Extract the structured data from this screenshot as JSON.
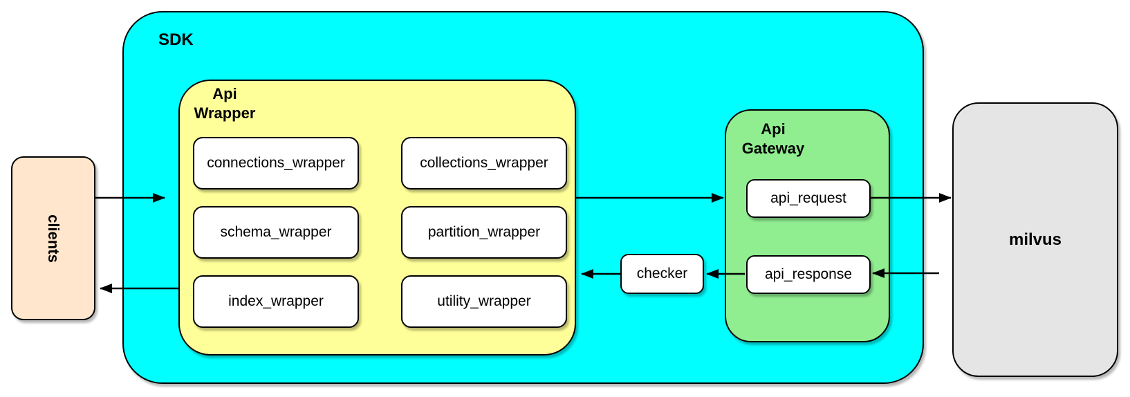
{
  "diagram": {
    "colors": {
      "sdk_fill": "#00FFFF",
      "api_wrapper_fill": "#FFFF99",
      "api_gateway_fill": "#90EE90",
      "clients_fill": "#FFE6CC",
      "milvus_fill": "#E5E5E5",
      "node_fill": "#FFFFFF",
      "stroke": "#000000"
    },
    "clients": {
      "label": "clients"
    },
    "sdk": {
      "label": "SDK",
      "api_wrapper": {
        "label_line1": "Api",
        "label_line2": "Wrapper",
        "nodes": [
          "connections_wrapper",
          "collections_wrapper",
          "schema_wrapper",
          "partition_wrapper",
          "index_wrapper",
          "utility_wrapper"
        ]
      },
      "checker": {
        "label": "checker"
      },
      "api_gateway": {
        "label_line1": "Api",
        "label_line2": "Gateway",
        "api_request": {
          "label": "api_request"
        },
        "api_response": {
          "label": "api_response"
        }
      }
    },
    "milvus": {
      "label": "milvus"
    },
    "flows": [
      {
        "from": "clients",
        "to": "SDK"
      },
      {
        "from": "Api Wrapper",
        "to": "Api Gateway"
      },
      {
        "from": "api_request",
        "to": "milvus"
      },
      {
        "from": "milvus",
        "to": "api_response"
      },
      {
        "from": "api_response",
        "to": "checker"
      },
      {
        "from": "checker",
        "to": "Api Wrapper"
      },
      {
        "from": "Api Wrapper",
        "to": "clients"
      }
    ]
  }
}
